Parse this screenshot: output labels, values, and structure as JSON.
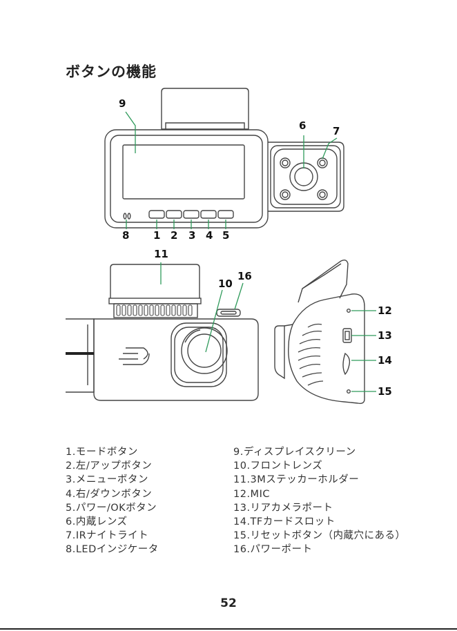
{
  "title": "ボタンの機能",
  "callouts": {
    "c1": "1",
    "c2": "2",
    "c3": "3",
    "c4": "4",
    "c5": "5",
    "c6": "6",
    "c7": "7",
    "c8": "8",
    "c9": "9",
    "c10": "10",
    "c11": "11",
    "c12": "12",
    "c13": "13",
    "c14": "14",
    "c15": "15",
    "c16": "16"
  },
  "list_left": [
    "1.モードボタン",
    "2.左/アップボタン",
    "3.メニューボタン",
    "4.右/ダウンボタン",
    "5.パワー/OKボタン",
    "6.内蔵レンズ",
    "7.IRナイトライト",
    "8.LEDインジケータ"
  ],
  "list_right": [
    "9.ディスプレイスクリーン",
    "10.フロントレンズ",
    "11.3Mステッカーホルダー",
    "12.MIC",
    "13.リアカメラポート",
    "14.TFカードスロット",
    "15.リセットボタン（内蔵穴にある）",
    "16.パワーポート"
  ],
  "page_number": "52",
  "colors": {
    "leader_line": "#2e9a5a",
    "outline": "#444444"
  }
}
